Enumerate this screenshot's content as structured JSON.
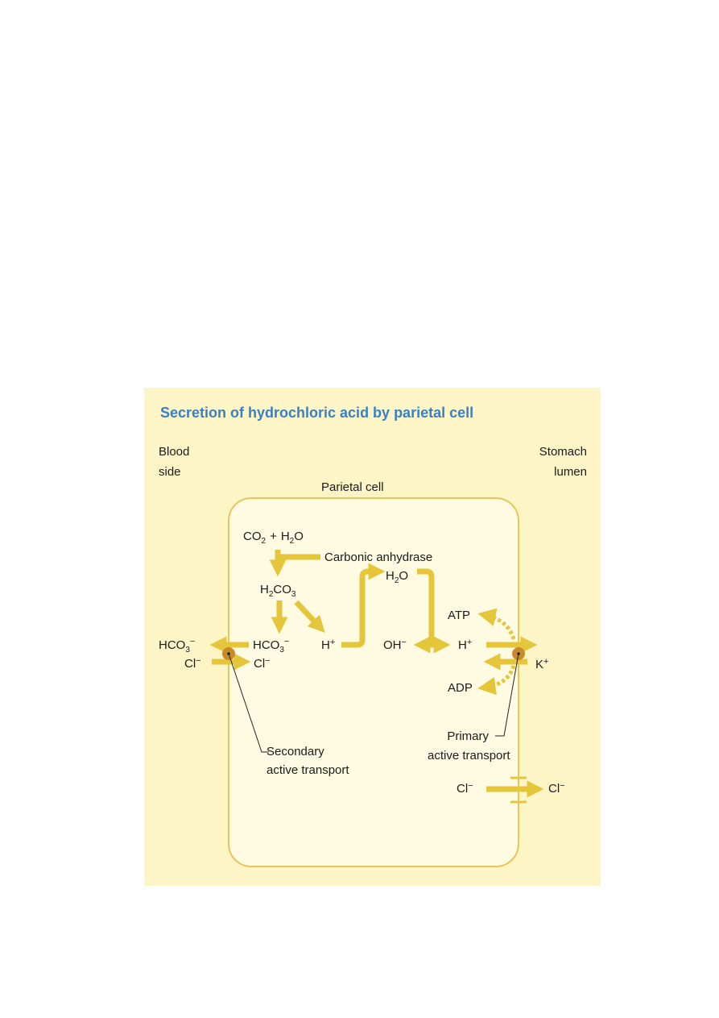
{
  "title": "Secretion of hydrochloric acid by parietal cell",
  "labels": {
    "blood_side_line1": "Blood",
    "blood_side_line2": "side",
    "stomach_lumen_line1": "Stomach",
    "stomach_lumen_line2": "lumen",
    "parietal_cell": "Parietal cell",
    "carbonic_anhydrase": "Carbonic anhydrase",
    "secondary_line1": "Secondary",
    "secondary_line2": "active transport",
    "primary_line1": "Primary",
    "primary_line2": "active transport"
  },
  "species": {
    "co2_base": "CO",
    "co2_sub": "2",
    "plus": "+",
    "h2o_base1": "H",
    "h2o_sub": "2",
    "h2o_base2": "O",
    "h2co3_base1": "H",
    "h2co3_sub1": "2",
    "h2co3_base2": "CO",
    "h2co3_sub2": "3",
    "hco3_base": "HCO",
    "hco3_sub": "3",
    "minus": "−",
    "cl_base": "Cl",
    "cl_charge": "−",
    "h_base": "H",
    "plus_charge": "+",
    "oh_base": "OH",
    "oh_charge": "−",
    "atp": "ATP",
    "adp": "ADP",
    "k_base": "K",
    "k_charge": "+"
  },
  "colors": {
    "panel_background": "#fdf5c6",
    "cell_fill": "#fffbe3",
    "cell_border": "#e6c65a",
    "arrow": "#e5c63a",
    "transporter": "#c98a2a",
    "title": "#3a7fc1"
  }
}
